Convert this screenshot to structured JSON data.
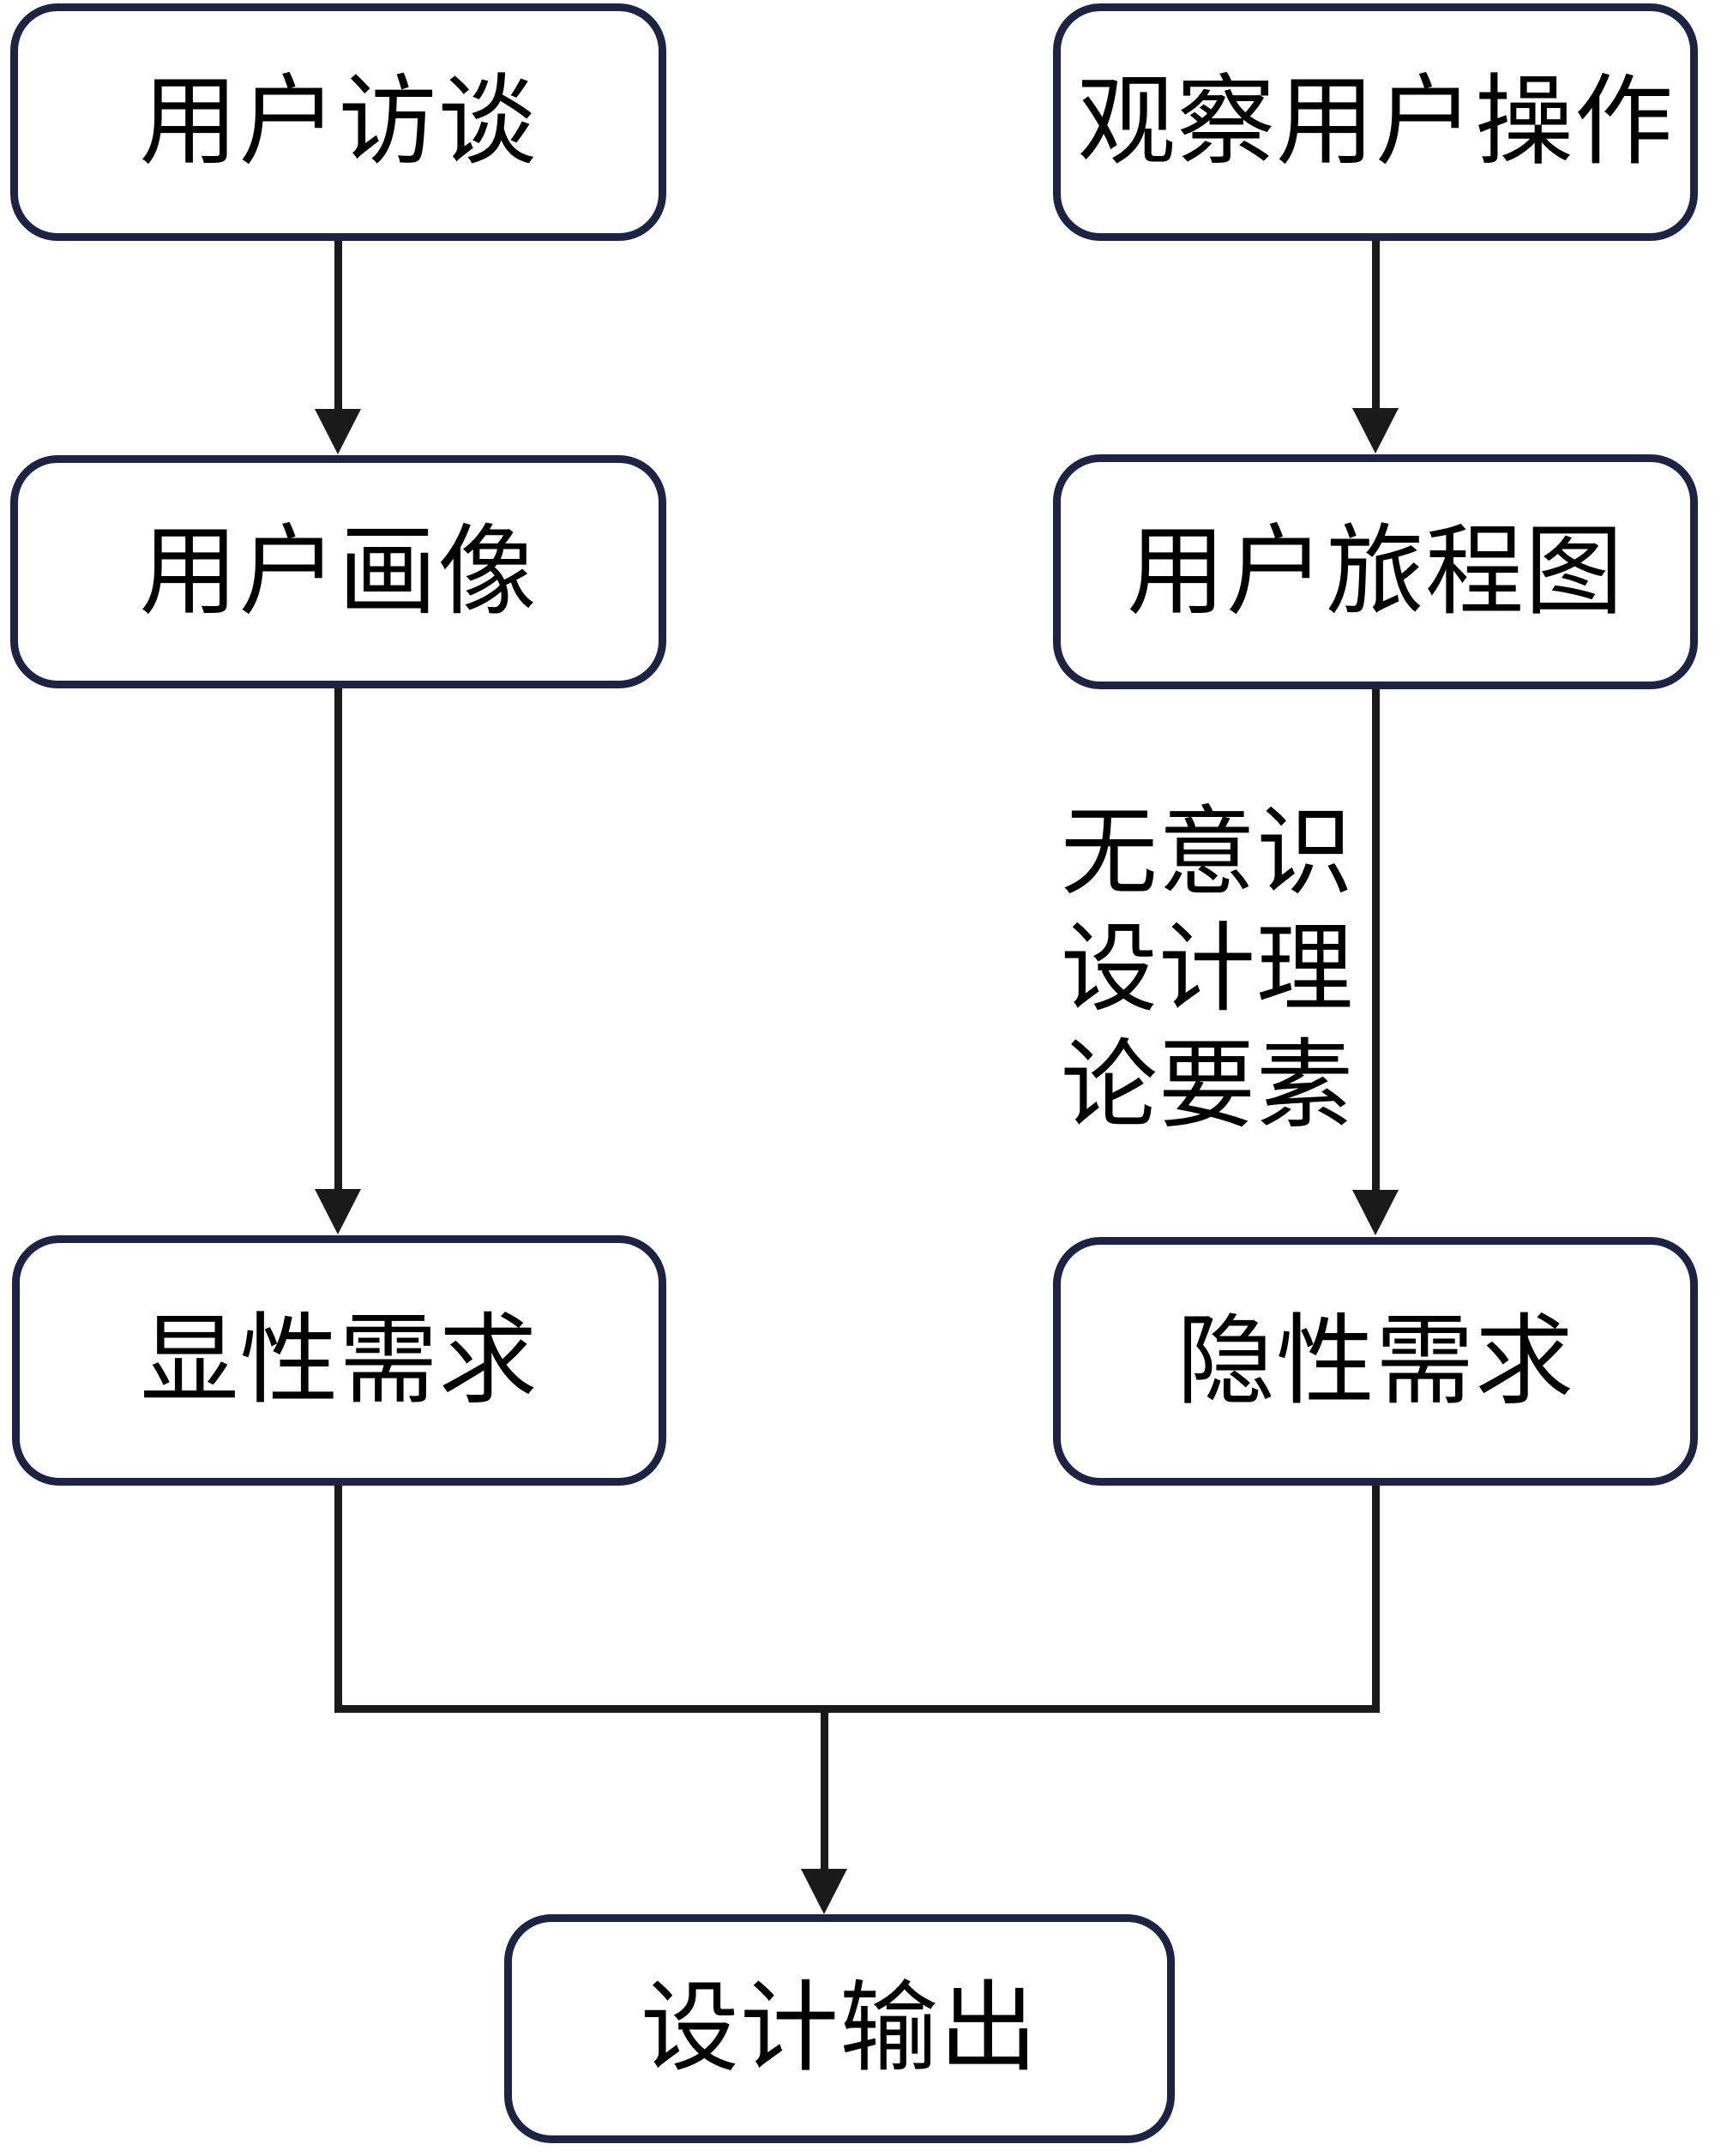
{
  "diagram": {
    "nodes": {
      "user_interview": {
        "label": "用户访谈"
      },
      "observe_user_operation": {
        "label": "观察用户操作"
      },
      "user_persona": {
        "label": "用户画像"
      },
      "user_journey_map": {
        "label": "用户旅程图"
      },
      "explicit_needs": {
        "label": "显性需求"
      },
      "implicit_needs": {
        "label": "隐性需求"
      },
      "design_output": {
        "label": "设计输出"
      }
    },
    "annotation": {
      "full_text": "无意识设计理论要素",
      "lines": [
        "无意识",
        "设计理",
        "论要素"
      ]
    },
    "edges": [
      {
        "from": "user_interview",
        "to": "user_persona"
      },
      {
        "from": "user_persona",
        "to": "explicit_needs"
      },
      {
        "from": "observe_user_operation",
        "to": "user_journey_map"
      },
      {
        "from": "user_journey_map",
        "to": "implicit_needs"
      },
      {
        "from": "explicit_needs",
        "to": "design_output"
      },
      {
        "from": "implicit_needs",
        "to": "design_output"
      }
    ],
    "colors": {
      "node_border": "#1e2344",
      "node_fill": "#ffffff",
      "arrow": "#1a1a1a",
      "text": "#000000",
      "background": "#ffffff"
    }
  }
}
